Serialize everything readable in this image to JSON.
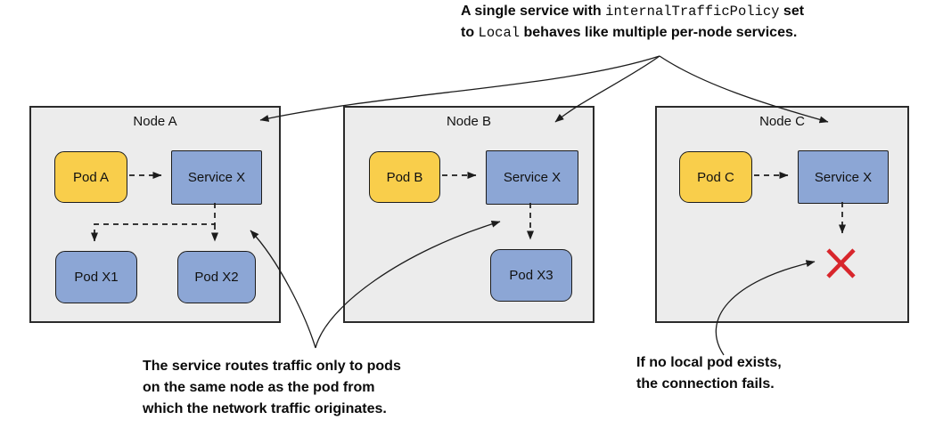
{
  "annotations": {
    "top": {
      "line1_text": "A single service with ",
      "line1_code": "internalTrafficPolicy",
      "line1_tail": " set",
      "line2_text": "to ",
      "line2_code": "Local",
      "line2_tail": " behaves like multiple per-node services."
    },
    "bottom_left": {
      "line1": "The service routes traffic only to pods",
      "line2": "on the same node as the pod from",
      "line3": "which the network traffic originates."
    },
    "bottom_right": {
      "line1": "If no local pod exists,",
      "line2": "the connection fails."
    }
  },
  "nodes": {
    "a": {
      "title": "Node A",
      "client_pod": "Pod A",
      "service": "Service X",
      "target_pod_1": "Pod X1",
      "target_pod_2": "Pod X2"
    },
    "b": {
      "title": "Node B",
      "client_pod": "Pod B",
      "service": "Service X",
      "target_pod": "Pod X3"
    },
    "c": {
      "title": "Node C",
      "client_pod": "Pod C",
      "service": "Service X"
    }
  },
  "icons": {
    "failure": "red-x-icon"
  },
  "colors": {
    "background": "#FFFFFF",
    "node_fill": "#ECECEC",
    "node_border": "#2B2B2B",
    "client_pod_fill": "#F9CE4B",
    "service_fill": "#8CA6D5",
    "target_pod_fill": "#8CA6D5",
    "shape_border": "#1C1C1C",
    "arrow": "#1C1C1C",
    "failure_red": "#D8262C"
  }
}
